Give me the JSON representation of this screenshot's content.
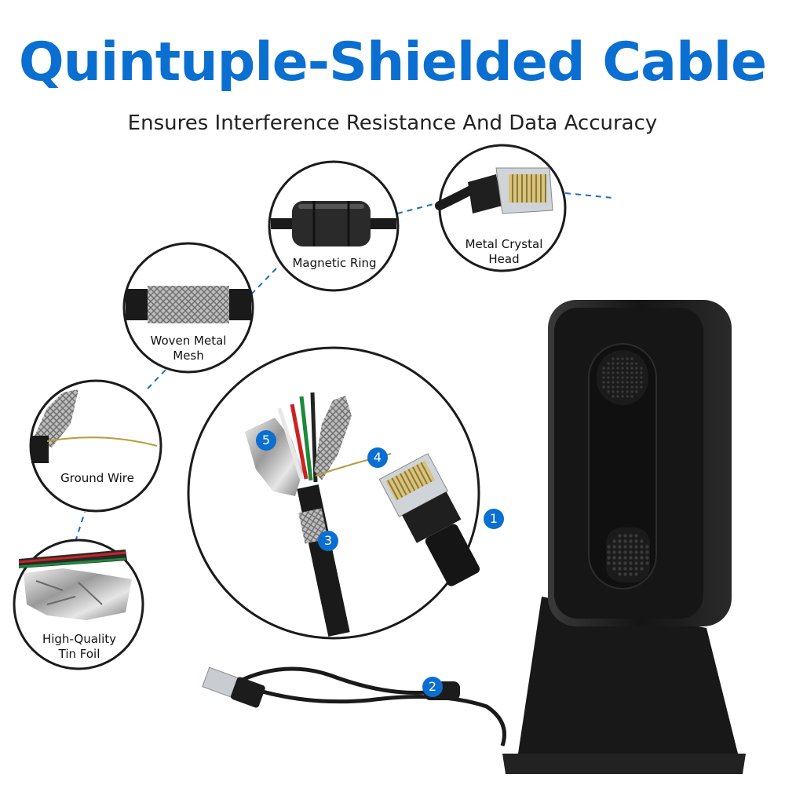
{
  "header": {
    "title": "Quintuple-Shielded Cable",
    "subtitle": "Ensures Interference Resistance And Data Accuracy"
  },
  "callouts": {
    "metal_crystal_head": "Metal Crystal Head",
    "magnetic_ring": "Magnetic Ring",
    "woven_metal_mesh": "Woven Metal Mesh",
    "ground_wire": "Ground Wire",
    "tin_foil": "High-Quality Tin Foil"
  },
  "markers": [
    "1",
    "2",
    "3",
    "4",
    "5"
  ],
  "colors": {
    "accent": "#0a6fd1",
    "dashed": "#1a6fbf",
    "device": "#1c1c1c"
  }
}
